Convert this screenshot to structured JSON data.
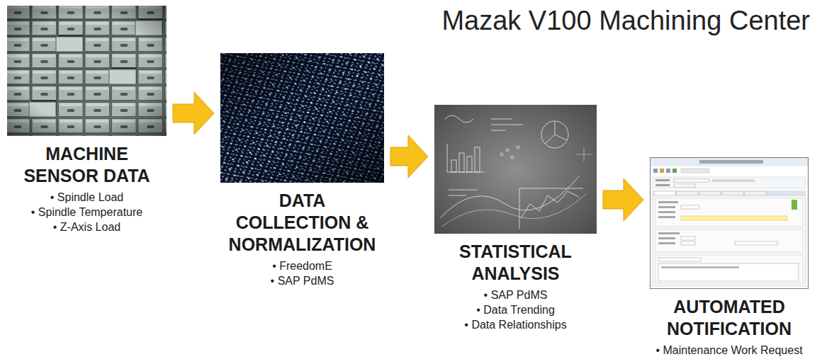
{
  "diagram": {
    "title": "Mazak V100 Machining Center",
    "nodes": [
      {
        "text": [
          "MACHINE SENSOR DATA",
          "• Spindle Load",
          "• Spindle Temperature",
          "• Z-Axis Load"
        ]
      },
      {
        "text": [
          "DATA COLLECTION & NORMALIZATION",
          "• FreedomE",
          "• SAP PdMS"
        ]
      },
      {
        "text": [
          "STATISTICAL ANALYSIS",
          "• SAP PdMS",
          "• Data Trending",
          "• Data Relationships"
        ]
      },
      {
        "text": [
          "AUTOMATED NOTIFICATION",
          "• Maintenance Work Request"
        ]
      }
    ],
    "edges": [
      {
        "from": 0,
        "to": 1,
        "arrow": "to"
      },
      {
        "from": 1,
        "to": 2,
        "arrow": "to"
      },
      {
        "from": 2,
        "to": 3,
        "arrow": "to"
      }
    ]
  }
}
